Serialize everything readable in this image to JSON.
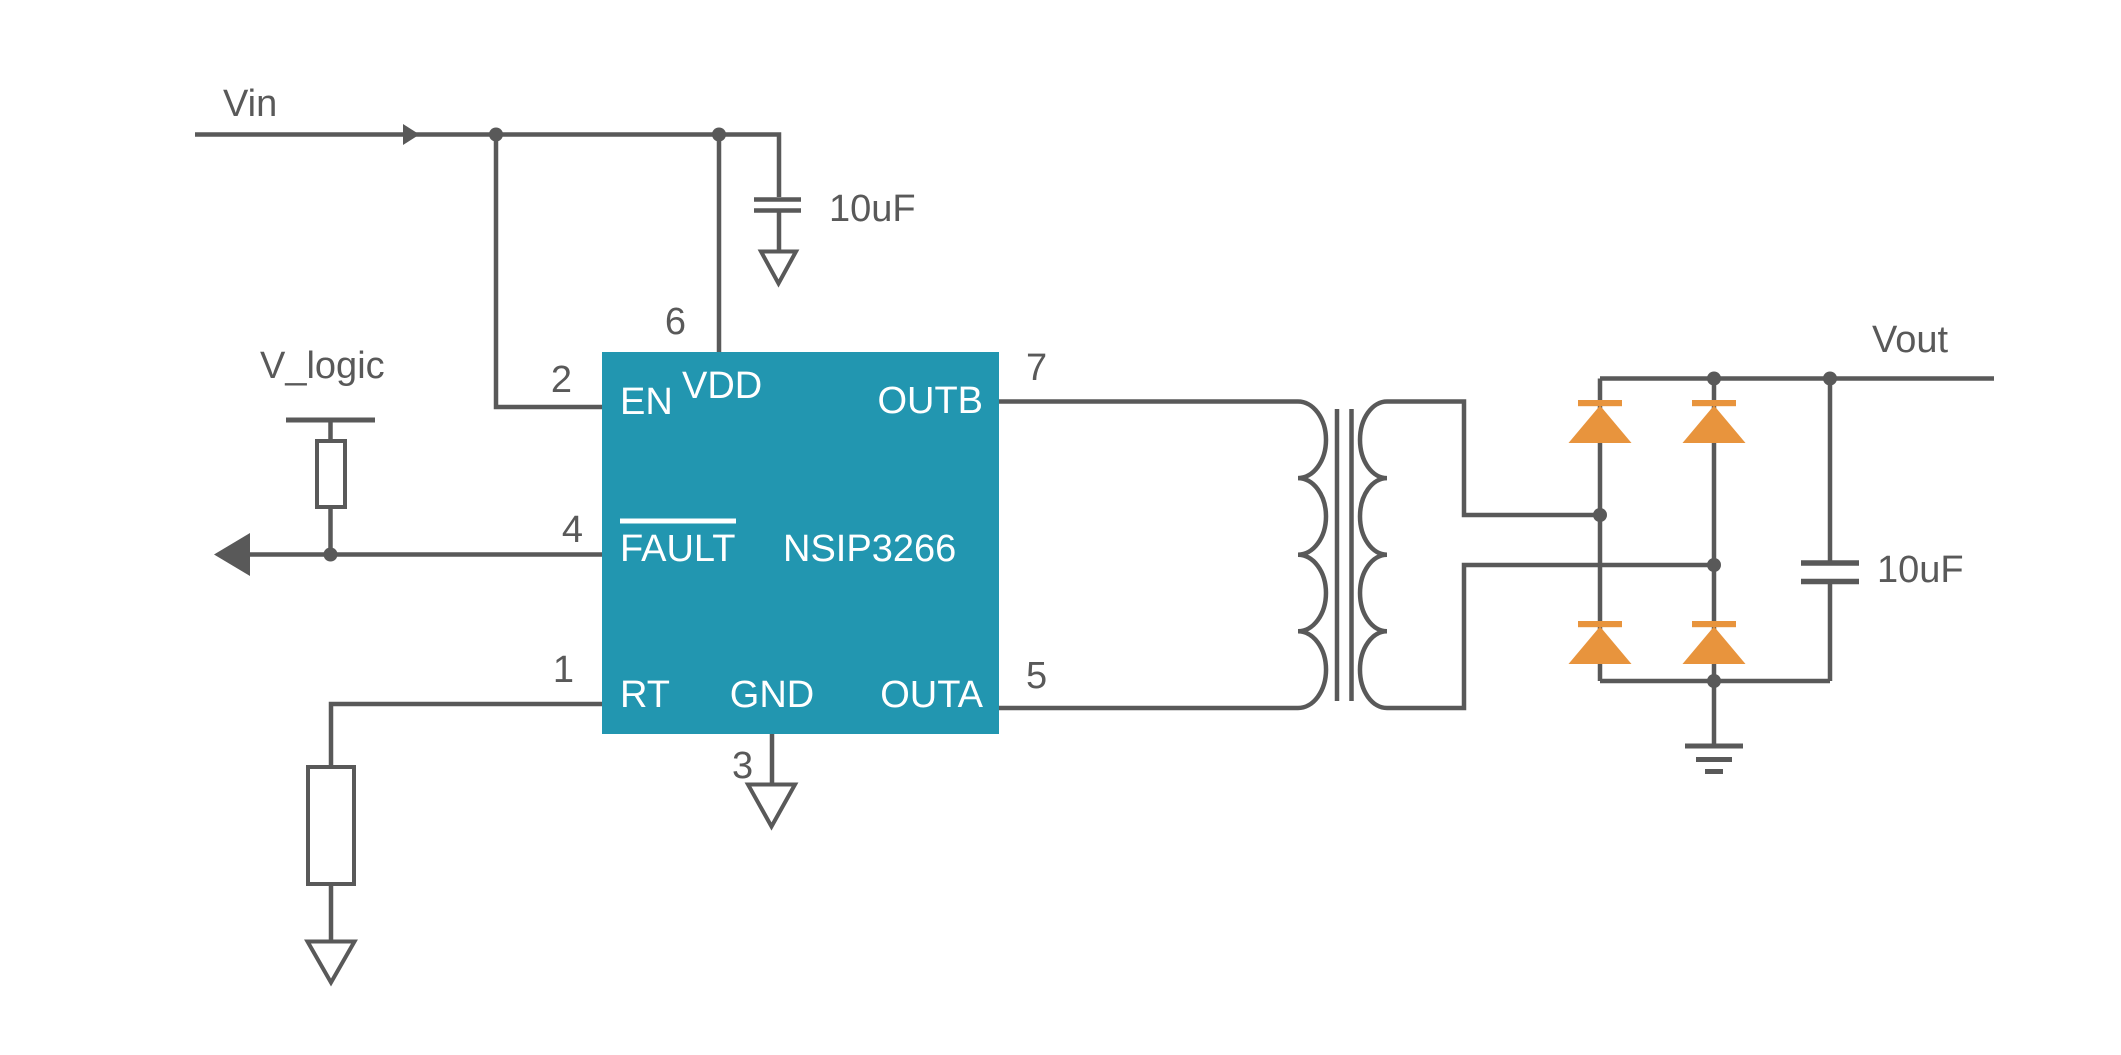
{
  "colors": {
    "background": "#ffffff",
    "wire": "#595959",
    "ic_fill": "#2296b0",
    "ic_text": "#ffffff",
    "diode_fill": "#e8943d"
  },
  "labels": {
    "vin": "Vin",
    "v_logic": "V_logic",
    "vout": "Vout"
  },
  "capacitors": {
    "input": {
      "value": "10uF"
    },
    "output": {
      "value": "10uF"
    }
  },
  "ic": {
    "part_number": "NSIP3266",
    "pins": {
      "rt": {
        "number": "1",
        "name": "RT"
      },
      "en": {
        "number": "2",
        "name": "EN"
      },
      "gnd": {
        "number": "3",
        "name": "GND"
      },
      "fault": {
        "number": "4",
        "name": "FAULT"
      },
      "outa": {
        "number": "5",
        "name": "OUTA"
      },
      "vdd": {
        "number": "6",
        "name": "VDD"
      },
      "outb": {
        "number": "7",
        "name": "OUTB"
      }
    }
  }
}
